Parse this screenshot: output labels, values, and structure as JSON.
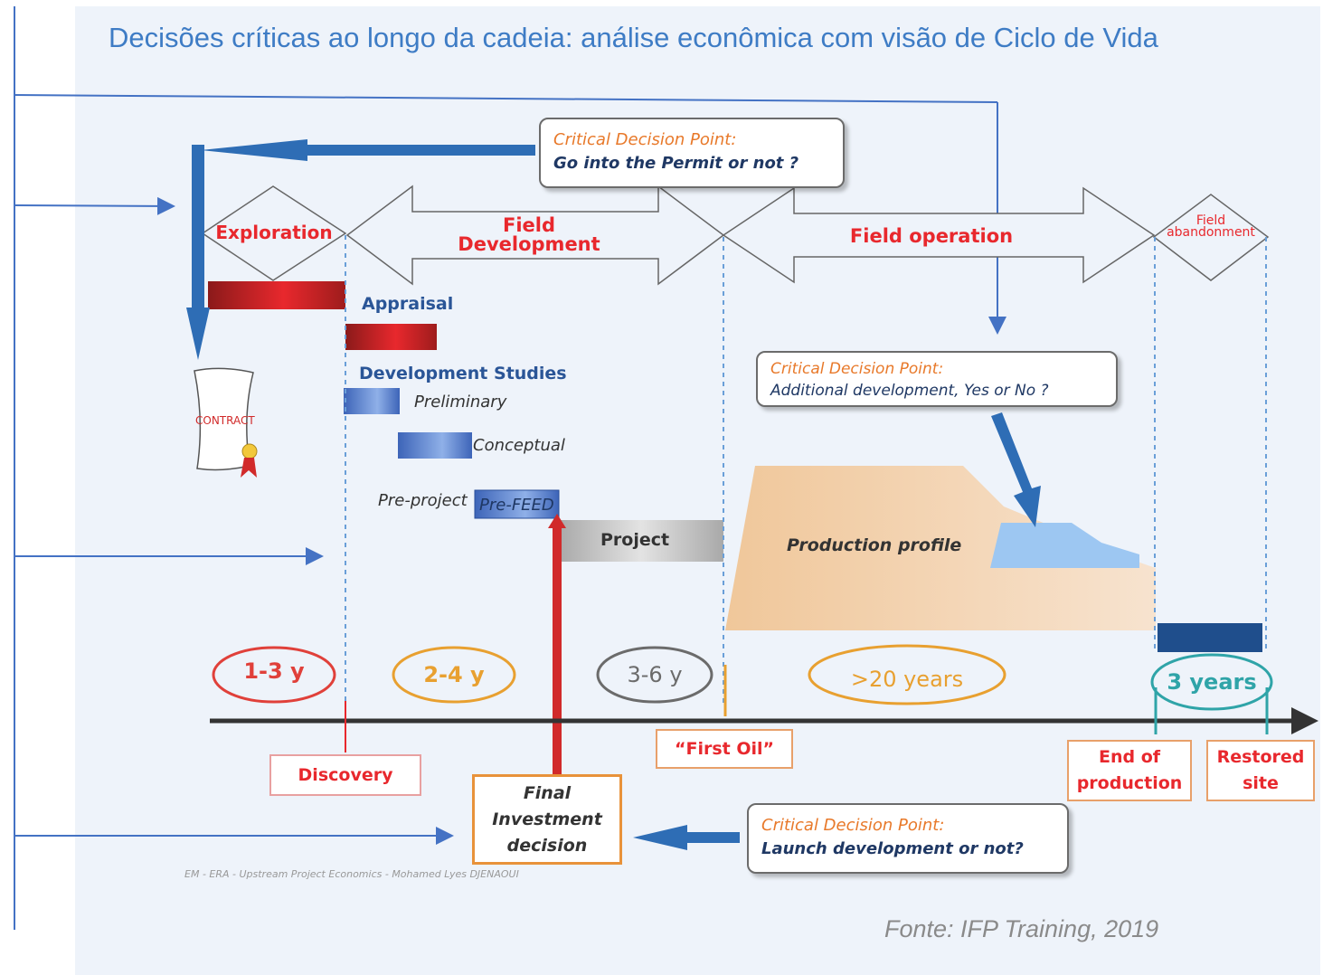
{
  "title": "Decisões críticas ao longo da cadeia: análise econômica com visão de Ciclo de Vida",
  "phases": {
    "exploration": "Exploration",
    "field_development": "Field Development",
    "field_operation": "Field operation",
    "field_abandonment": "Field abandonment"
  },
  "activities": {
    "appraisal": "Appraisal",
    "development_studies": "Development Studies",
    "preliminary": "Preliminary",
    "conceptual": "Conceptual",
    "pre_project": "Pre-project",
    "pre_feed": "Pre-FEED",
    "project": "Project",
    "production_profile": "Production profile",
    "contract": "CONTRACT"
  },
  "decision_points": [
    {
      "title": "Critical Decision Point:",
      "question": "Go into the Permit or not ?"
    },
    {
      "title": "Critical Decision Point:",
      "question": "Additional development, Yes or No ?"
    },
    {
      "title": "Critical Decision Point:",
      "question": "Launch development or not?"
    }
  ],
  "durations": [
    "1-3 y",
    "2-4 y",
    "3-6 y",
    ">20 years",
    "3 years"
  ],
  "events": {
    "discovery": "Discovery",
    "first_oil": "“First Oil”",
    "fid": "Final Investment decision",
    "end_of_production": "End of production",
    "restored_site": "Restored site"
  },
  "footer": "EM - ERA - Upstream Project Economics - Mohamed Lyes DJENAOUI",
  "source": "Fonte: IFP Training, 2019",
  "colors": {
    "title": "#3e7cc5",
    "phase_red": "#e8282d",
    "cdp_orange": "#e8792a",
    "annotation_blue": "#4472c4",
    "teal": "#2fa4a8"
  }
}
